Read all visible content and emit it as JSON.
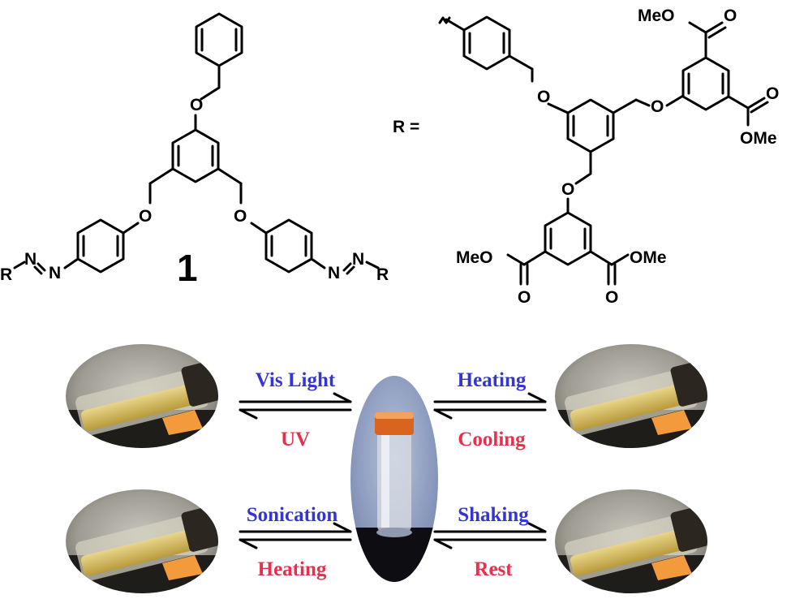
{
  "compound": {
    "number": "1",
    "r_label": "R =",
    "atoms": {
      "o": "O",
      "n": "N",
      "r": "R",
      "meo": "MeO",
      "ome": "OMe"
    }
  },
  "stimuli": [
    {
      "id": "top-left",
      "forward": "Vis Light",
      "reverse": "UV"
    },
    {
      "id": "top-right",
      "forward": "Heating",
      "reverse": "Cooling"
    },
    {
      "id": "bottom-left",
      "forward": "Sonication",
      "reverse": "Heating"
    },
    {
      "id": "bottom-right",
      "forward": "Shaking",
      "reverse": "Rest"
    }
  ],
  "colors": {
    "forward": "#3535d6",
    "reverse": "#e8304d"
  }
}
